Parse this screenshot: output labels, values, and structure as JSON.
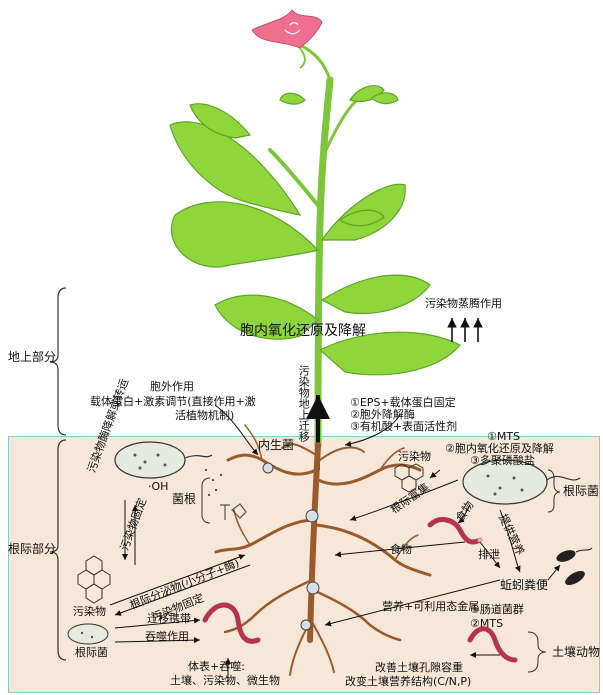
{
  "colors": {
    "soil": "#f6e7d8",
    "soil_border": "#8fc9d6",
    "leaf": "#8ed63c",
    "leaf_dark": "#5fa528",
    "root": "#9b5a2b",
    "flower": "#ee6f8e",
    "worm": "#b7324f"
  },
  "labels": {
    "aboveground": "地上部分",
    "rhizosphere": "根际部分",
    "intracellular": "胞内氧化还原及降解",
    "volatilize": "污染物蒸腾作用",
    "translocation": "污染物地上迁移",
    "extracellular_title": "胞外作用",
    "extracellular_desc1": "载体蛋白+激素调节(直接作用+激",
    "extracellular_desc2": "活植物机制)",
    "endophyte": "内生菌",
    "mycorrhiza": "菌根",
    "oh": "·OH",
    "eps1": "①EPS+载体蛋白固定",
    "eps2": "②胞外降解酶",
    "eps3": "③有机酸+表面活性剂",
    "mts1": "①MTS",
    "mts2": "②胞内氧化还原及降解",
    "mts3": "③多聚磷酸盐",
    "pollutant_top": "污染物",
    "root_enrich": "根际富集",
    "rhizo_bacteria_right": "根际菌",
    "food1": "食物",
    "excrete": "排泄",
    "provide_nutrient": "提供营养",
    "food2": "食物",
    "earthworm_feces": "蚯蚓粪便",
    "nutrient_metals": "营养+可利用态金属",
    "gut_flora1": "①肠道菌群",
    "gut_flora2": "②MTS",
    "soil_animals": "土壤动物",
    "improve1": "改善土壤孔隙容重",
    "improve2": "改变土壤营养结构(C/N,P)",
    "enzyme": "污染物酶降解或转运",
    "fix1": "污染物固定",
    "pollutant_left": "污染物",
    "rhizo_bacteria_left": "根际菌",
    "exudates": "根际分泌物(小分子+酶)",
    "fix2": "污染物固定",
    "migrate": "迁移携带",
    "swallow": "吞噬作用",
    "surface": "体表+吞噬:",
    "surface2": "土壤、污染物、微生物"
  }
}
